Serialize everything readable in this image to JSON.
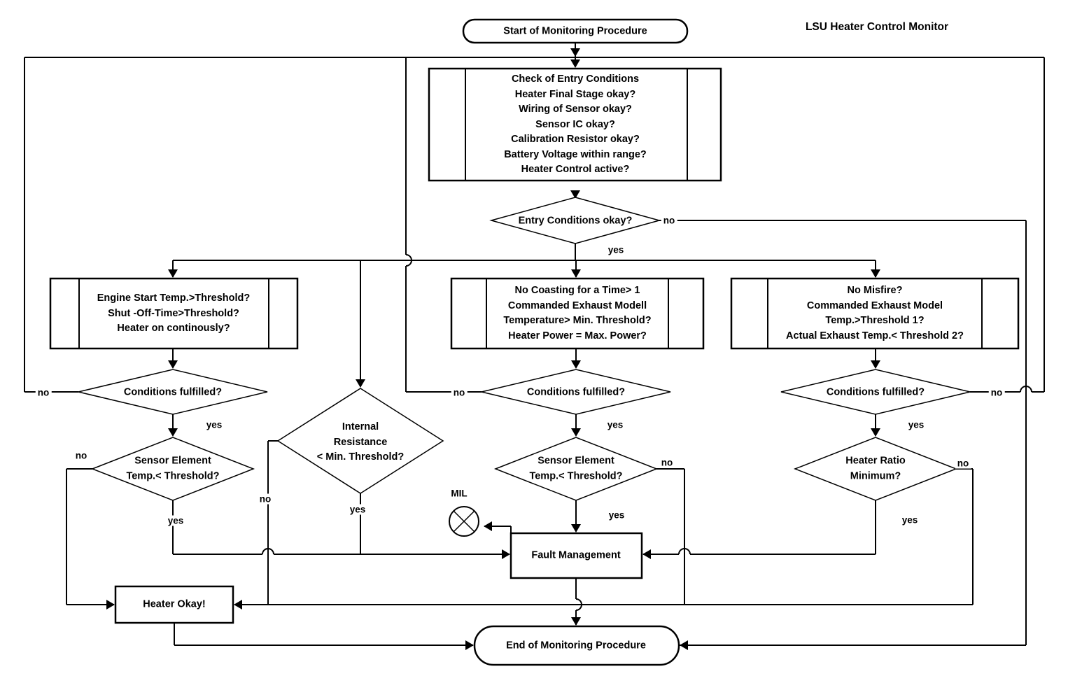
{
  "title": "LSU Heater Control Monitor",
  "colors": {
    "line": "#000000",
    "background": "#ffffff"
  },
  "nodes": {
    "start": {
      "label": "Start of Monitoring Procedure"
    },
    "entry_check": {
      "label": "Check of Entry Conditions\nHeater Final Stage okay?\nWiring of Sensor okay?\nSensor IC okay?\nCalibration Resistor okay?\nBattery Voltage within range?\nHeater Control active?"
    },
    "entry_ok": {
      "label": "Entry Conditions okay?"
    },
    "left_conditions": {
      "label": "Engine Start Temp.>Threshold?\nShut -Off-Time>Threshold?\nHeater on continously?"
    },
    "mid_conditions": {
      "label": "No Coasting for a Time> 1\nCommanded Exhaust Modell\nTemperature> Min. Threshold?\nHeater Power = Max. Power?"
    },
    "right_conditions": {
      "label": "No Misfire?\nCommanded Exhaust Model\nTemp.>Threshold 1?\nActual Exhaust Temp.< Threshold 2?"
    },
    "left_fulfilled": {
      "label": "Conditions fulfilled?"
    },
    "mid_fulfilled": {
      "label": "Conditions fulfilled?"
    },
    "right_fulfilled": {
      "label": "Conditions fulfilled?"
    },
    "left_sensor": {
      "label": "Sensor Element\nTemp.< Threshold?"
    },
    "internal_resistance": {
      "label": "Internal\nResistance\n< Min. Threshold?"
    },
    "mid_sensor": {
      "label": "Sensor Element\nTemp.< Threshold?"
    },
    "heater_ratio": {
      "label": "Heater Ratio\nMinimum?"
    },
    "mil": {
      "label": "MIL"
    },
    "fault_management": {
      "label": "Fault Management"
    },
    "heater_okay": {
      "label": "Heater Okay!"
    },
    "end": {
      "label": "End of Monitoring Procedure"
    }
  },
  "edges": {
    "entry_no": {
      "label": "no"
    },
    "entry_yes": {
      "label": "yes"
    },
    "left_fulfilled_no": {
      "label": "no"
    },
    "left_fulfilled_yes": {
      "label": "yes"
    },
    "mid_fulfilled_no": {
      "label": "no"
    },
    "mid_fulfilled_yes": {
      "label": "yes"
    },
    "right_fulfilled_no": {
      "label": "no"
    },
    "right_fulfilled_yes": {
      "label": "yes"
    },
    "left_sensor_no": {
      "label": "no"
    },
    "left_sensor_yes": {
      "label": "yes"
    },
    "internal_resistance_no": {
      "label": "no"
    },
    "internal_resistance_yes": {
      "label": "yes"
    },
    "mid_sensor_no": {
      "label": "no"
    },
    "mid_sensor_yes": {
      "label": "yes"
    },
    "heater_ratio_no": {
      "label": "no"
    },
    "heater_ratio_yes": {
      "label": "yes"
    }
  }
}
